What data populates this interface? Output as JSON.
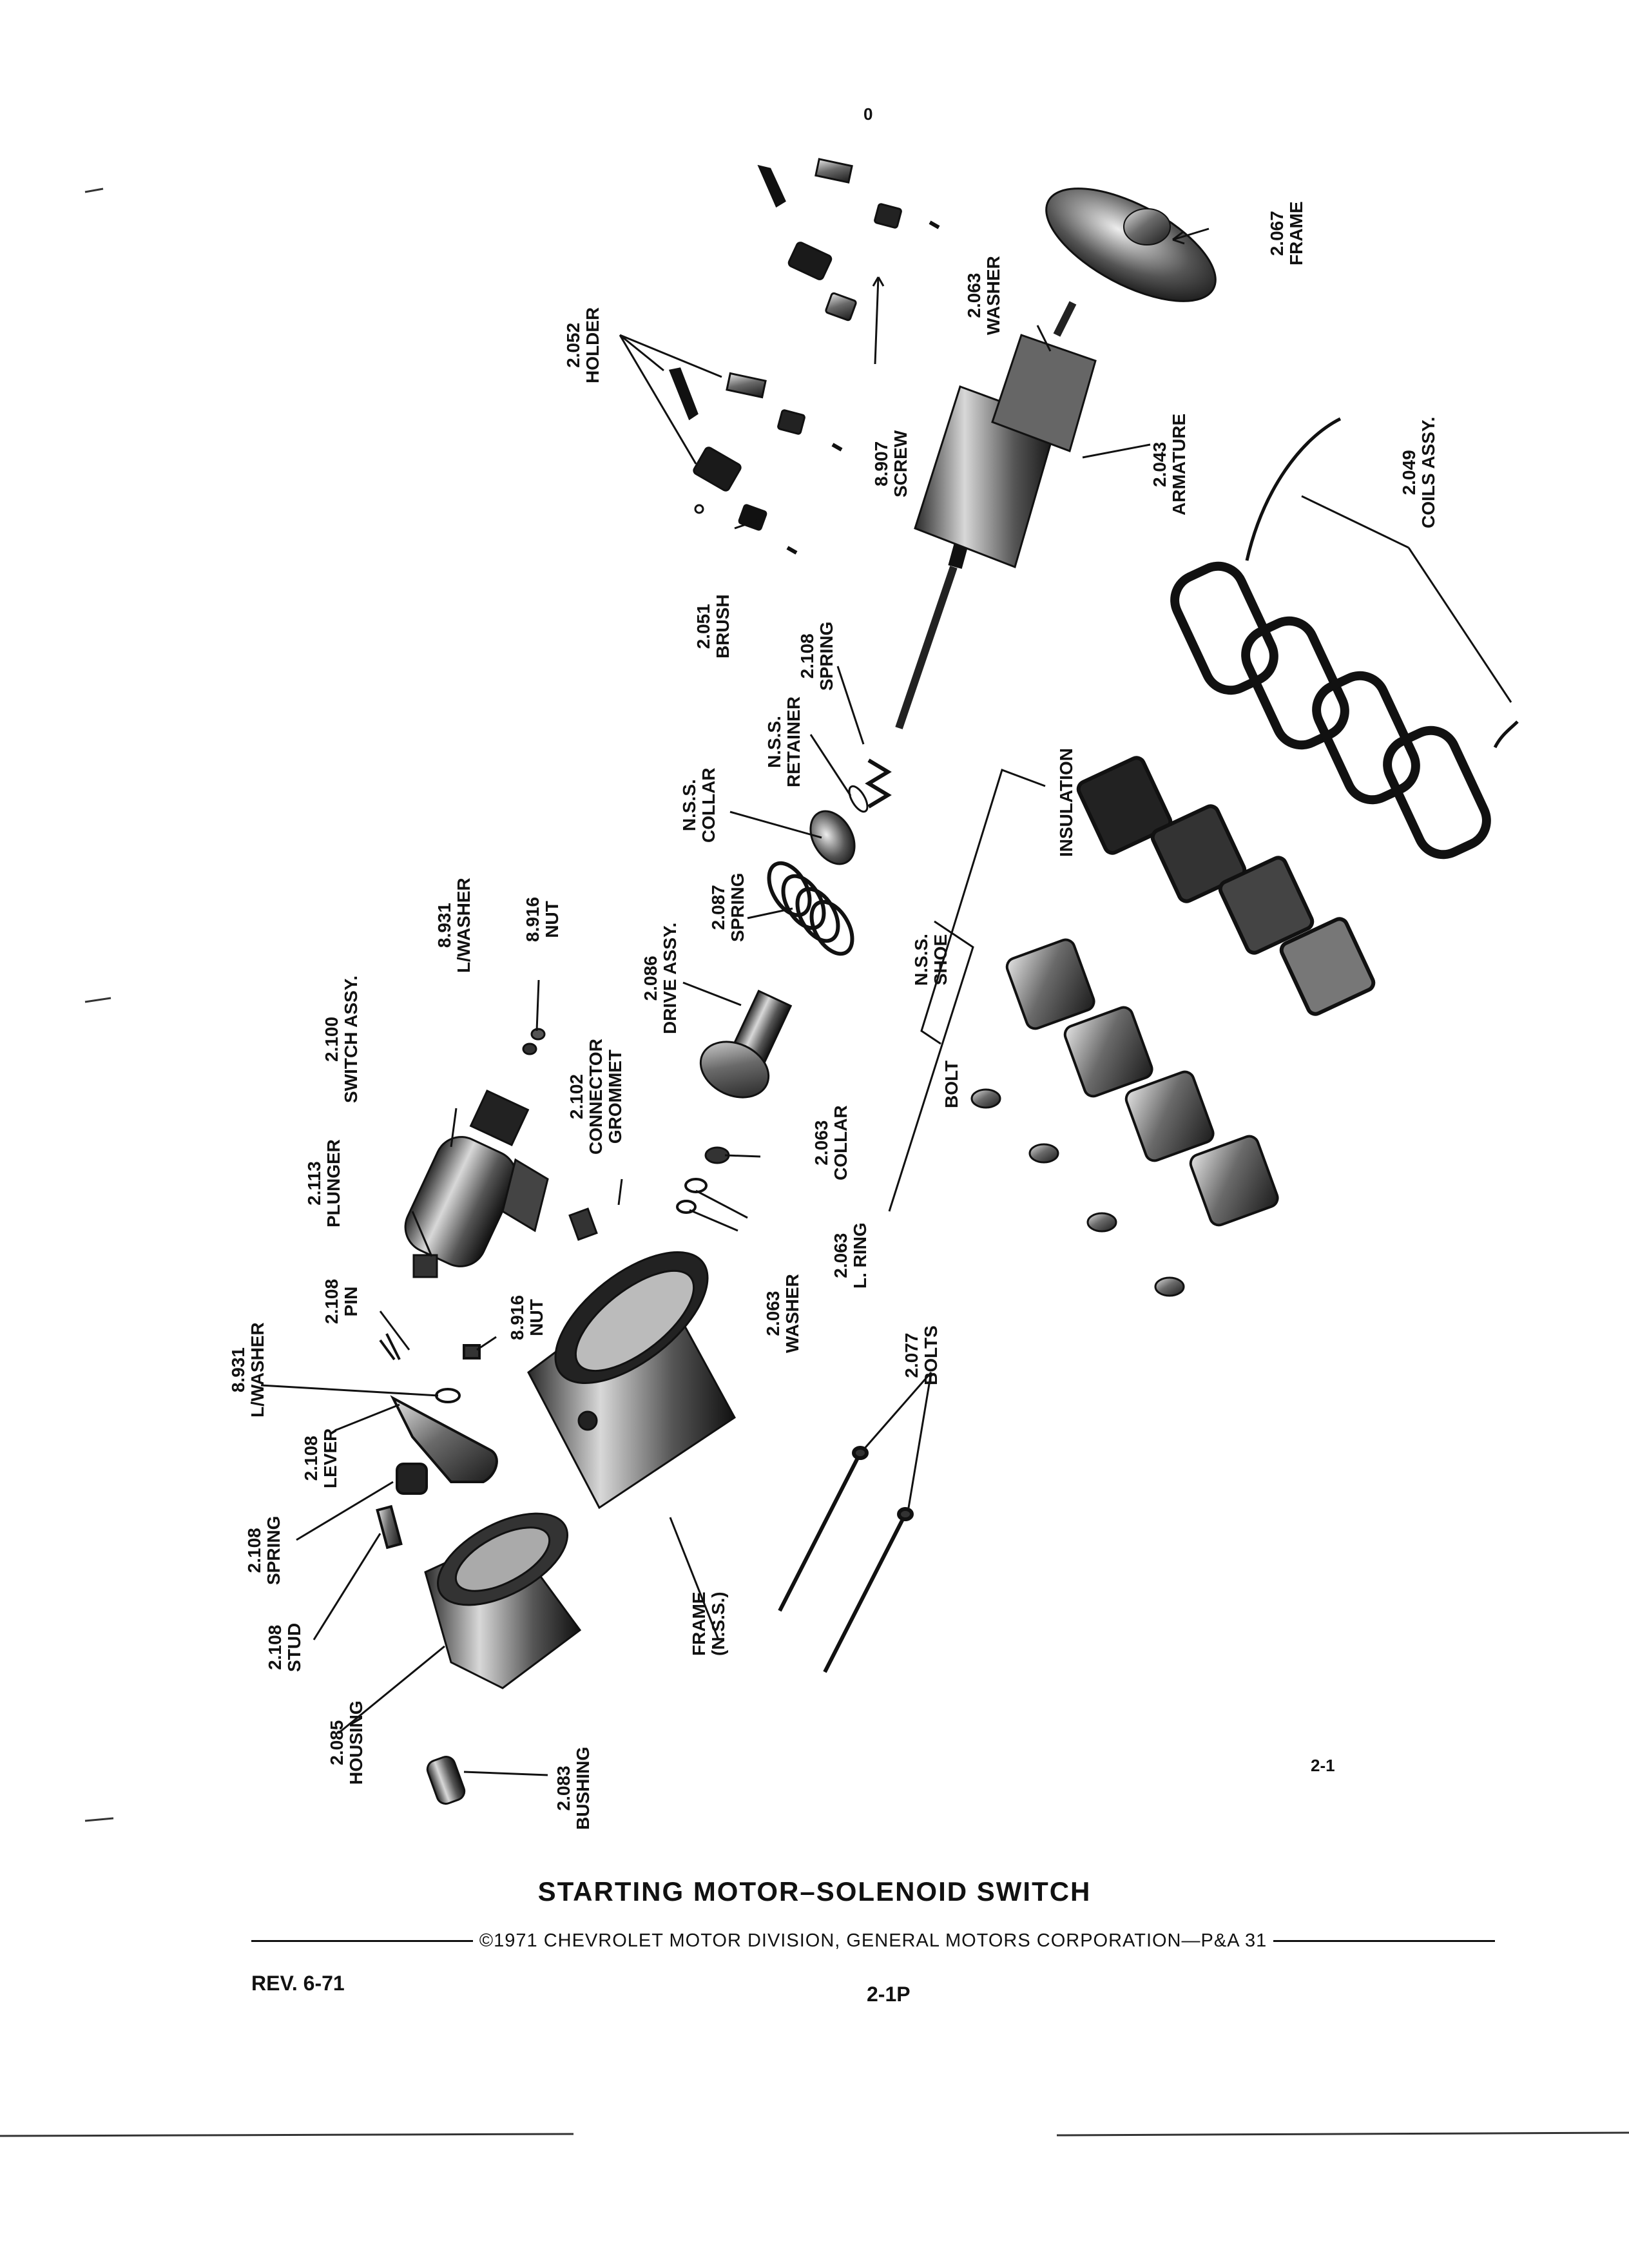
{
  "title": "STARTING MOTOR–SOLENOID SWITCH",
  "copyright": "©1971 CHEVROLET MOTOR DIVISION, GENERAL MOTORS CORPORATION—P&A 31",
  "revision": "REV. 6-71",
  "page_number": "2-1P",
  "figure_number": "2-1",
  "corner_mark": "0",
  "parts": {
    "frame_2067": {
      "number": "2.067",
      "name": "FRAME"
    },
    "washer_2063_top": {
      "number": "2.063",
      "name": "WASHER"
    },
    "holder_2052": {
      "number": "2.052",
      "name": "HOLDER"
    },
    "screw_8907": {
      "number": "8.907",
      "name": "SCREW"
    },
    "armature_2043": {
      "number": "2.043",
      "name": "ARMATURE"
    },
    "coils_2049": {
      "number": "2.049",
      "name": "COILS ASSY."
    },
    "brush_2051": {
      "number": "2.051",
      "name": "BRUSH"
    },
    "spring_2108_top": {
      "number": "2.108",
      "name": "SPRING"
    },
    "retainer_nss": {
      "number": "N.S.S.",
      "name": "RETAINER"
    },
    "collar_nss": {
      "number": "N.S.S.",
      "name": "COLLAR"
    },
    "insulation": {
      "name": "INSULATION"
    },
    "spring_2087": {
      "number": "2.087",
      "name": "SPRING"
    },
    "drive_2086": {
      "number": "2.086",
      "name": "DRIVE ASSY."
    },
    "shoe_nss": {
      "number": "N.S.S.",
      "name": "SHOE"
    },
    "bolt": {
      "name": "BOLT"
    },
    "lwasher_8931_top": {
      "number": "8.931",
      "name": "L/WASHER"
    },
    "nut_8916_top": {
      "number": "8.916",
      "name": "NUT"
    },
    "switch_2100": {
      "number": "2.100",
      "name": "SWITCH ASSY."
    },
    "connector_2102": {
      "number": "2.102",
      "name": "CONNECTOR",
      "name2": "GROMMET"
    },
    "collar_2063": {
      "number": "2.063",
      "name": "COLLAR"
    },
    "plunger_2113": {
      "number": "2.113",
      "name": "PLUNGER"
    },
    "lring_2063": {
      "number": "2.063",
      "name": "L. RING"
    },
    "washer_2063_mid": {
      "number": "2.063",
      "name": "WASHER"
    },
    "pin_2108": {
      "number": "2.108",
      "name": "PIN"
    },
    "nut_8916_mid": {
      "number": "8.916",
      "name": "NUT"
    },
    "bolts_2077": {
      "number": "2.077",
      "name": "BOLTS"
    },
    "lwasher_8931_mid": {
      "number": "8.931",
      "name": "L/WASHER"
    },
    "lever_2108": {
      "number": "2.108",
      "name": "LEVER"
    },
    "spring_2108_low": {
      "number": "2.108",
      "name": "SPRING"
    },
    "frame_nss": {
      "number": "FRAME",
      "name": "(N.S.S.)"
    },
    "stud_2108": {
      "number": "2.108",
      "name": "STUD"
    },
    "housing_2085": {
      "number": "2.085",
      "name": "HOUSING"
    },
    "bushing_2083": {
      "number": "2.083",
      "name": "BUSHING"
    }
  }
}
